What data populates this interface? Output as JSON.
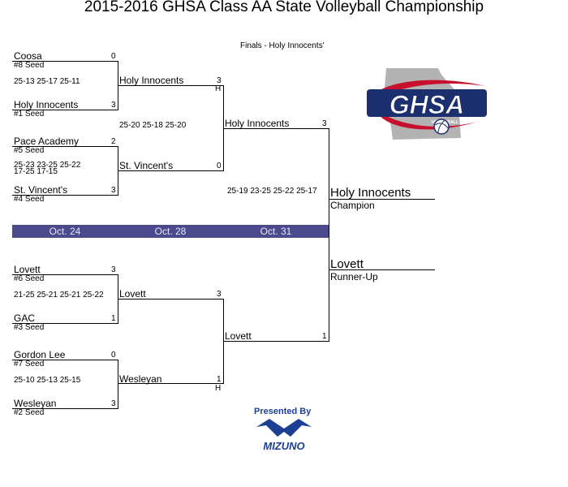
{
  "title": "2015-2016 GHSA Class AA State Volleyball Championship",
  "finals_site": "Finals - Holy Innocents'",
  "dates": [
    "Oct. 24",
    "Oct. 28",
    "Oct. 31"
  ],
  "round1": [
    {
      "top": {
        "name": "Coosa",
        "seed": "#8 Seed",
        "score": "0"
      },
      "bottom": {
        "name": "Holy Innocents",
        "seed": "#1 Seed",
        "score": "3"
      },
      "sets": "25-13 25-17 25-11"
    },
    {
      "top": {
        "name": "Pace Academy",
        "seed": "#5 Seed",
        "score": "2"
      },
      "bottom": {
        "name": "St. Vincent's",
        "seed": "#4 Seed",
        "score": "3"
      },
      "sets": "25-23 23-25 25-22",
      "sets2": "17-25 17-15"
    },
    {
      "top": {
        "name": "Lovett",
        "seed": "#6 Seed",
        "score": "3"
      },
      "bottom": {
        "name": "GAC",
        "seed": "#3 Seed",
        "score": "1"
      },
      "sets": "21-25 25-21 25-21 25-22"
    },
    {
      "top": {
        "name": "Gordon Lee",
        "seed": "#7 Seed",
        "score": "0"
      },
      "bottom": {
        "name": "Wesleyan",
        "seed": "#2 Seed",
        "score": "3"
      },
      "sets": "25-10 25-13 25-15"
    }
  ],
  "round2": [
    {
      "top": {
        "name": "Holy Innocents",
        "score": "3",
        "home": "H"
      },
      "bottom": {
        "name": "St. Vincent's",
        "score": "0"
      },
      "sets": "25-20 25-18 25-20"
    },
    {
      "top": {
        "name": "Lovett",
        "score": "3"
      },
      "bottom": {
        "name": "Wesleyan",
        "score": "1",
        "home": "H"
      }
    }
  ],
  "final": {
    "top": {
      "name": "Holy Innocents",
      "score": "3"
    },
    "bottom": {
      "name": "Lovett",
      "score": "1"
    },
    "sets": "25-19 23-25 25-22 25-17"
  },
  "champion": {
    "name": "Holy Innocents",
    "label": "Champion"
  },
  "runner_up": {
    "name": "Lovett",
    "label": "Runner-Up"
  },
  "logo": {
    "text": "GHSA",
    "subtext": "VOLLEYBALL",
    "colors": {
      "navy": "#1c2f6e",
      "red": "#c8102e",
      "gray": "#b3b3b3"
    }
  },
  "sponsor": {
    "presented_by": "Presented By",
    "brand": "MIZUNO",
    "color": "#1c3f94"
  }
}
